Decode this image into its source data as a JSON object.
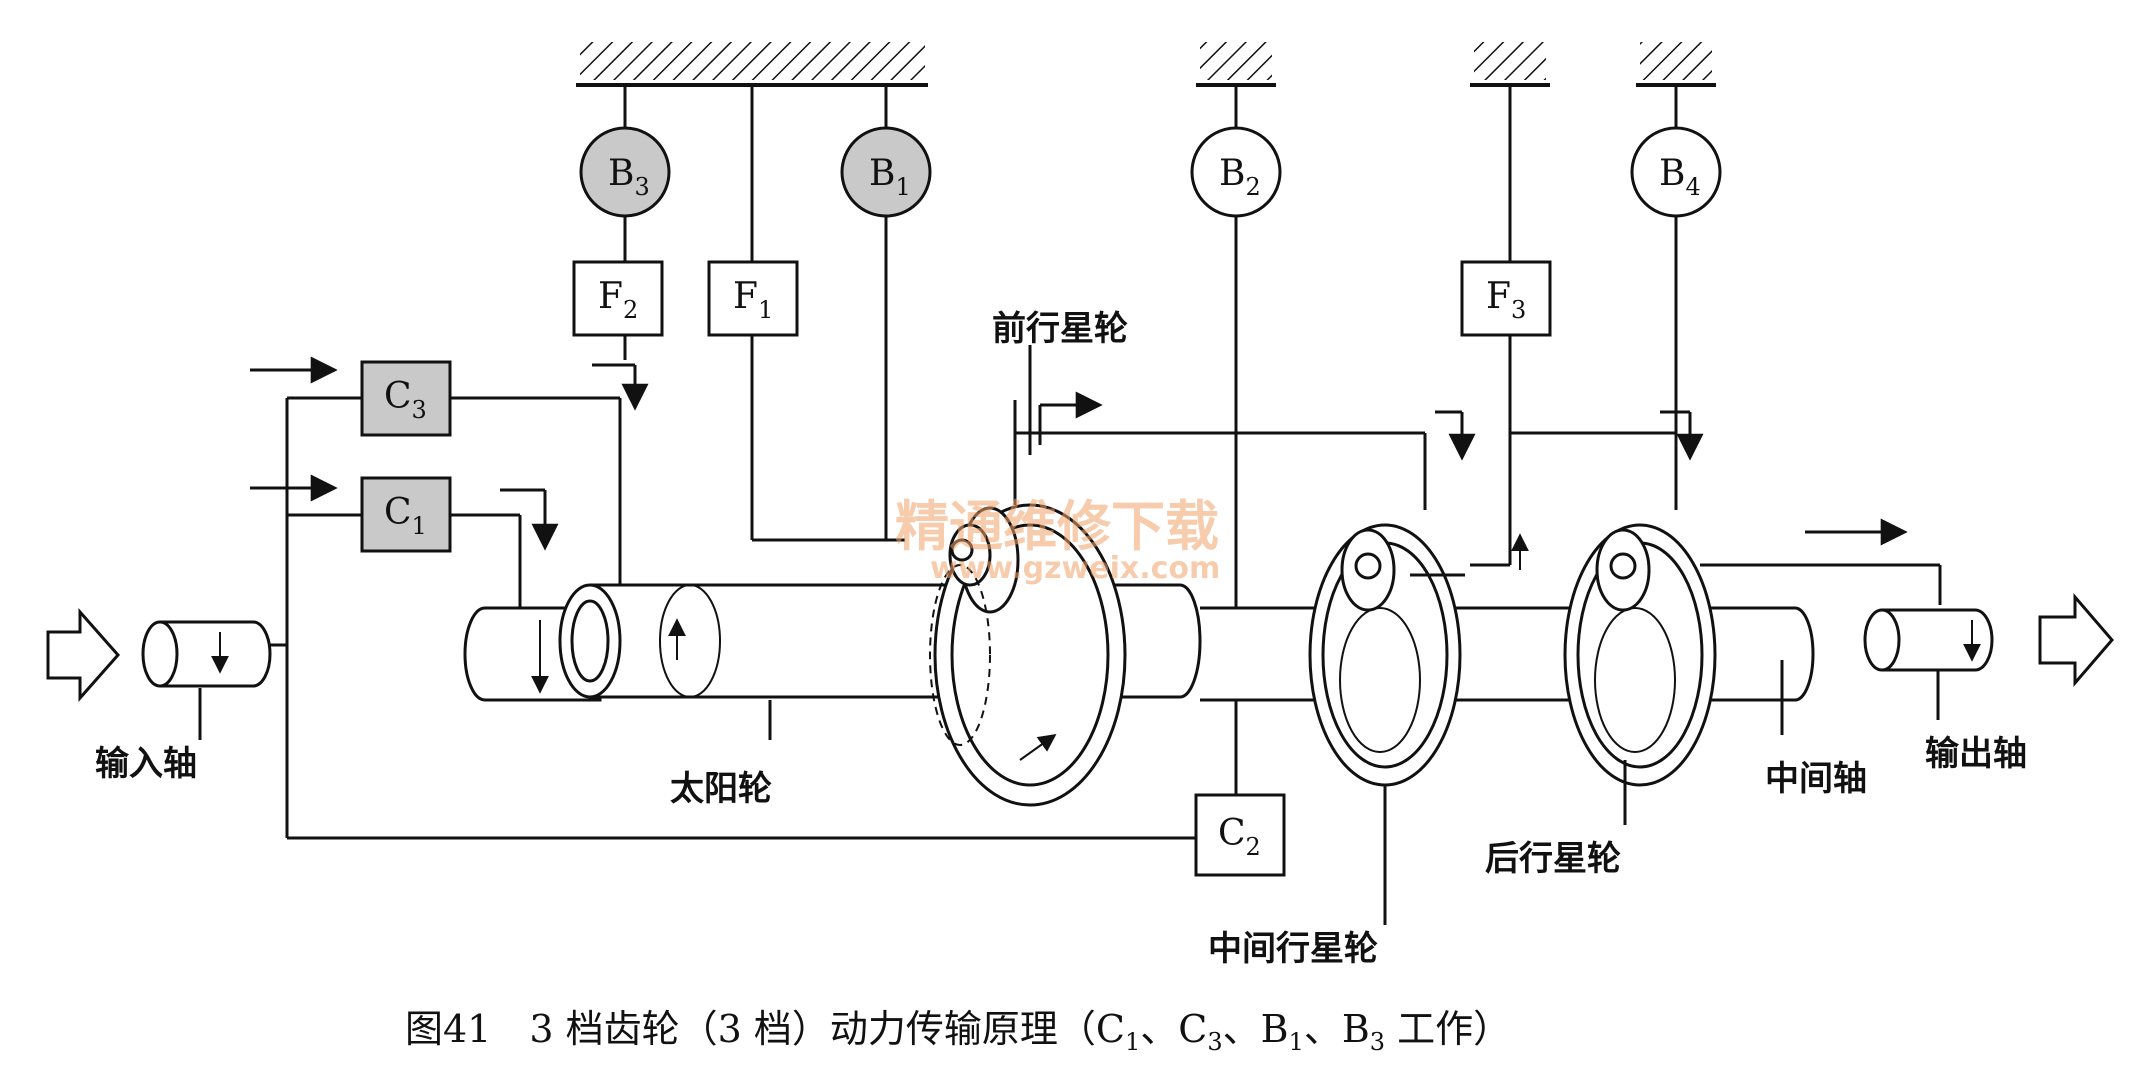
{
  "brakes": {
    "b3": {
      "letter": "B",
      "sub": "3",
      "engaged": true
    },
    "b1": {
      "letter": "B",
      "sub": "1",
      "engaged": true
    },
    "b2": {
      "letter": "B",
      "sub": "2",
      "engaged": false
    },
    "b4": {
      "letter": "B",
      "sub": "4",
      "engaged": false
    }
  },
  "one_way_clutches": {
    "f2": {
      "letter": "F",
      "sub": "2"
    },
    "f1": {
      "letter": "F",
      "sub": "1"
    },
    "f3": {
      "letter": "F",
      "sub": "3"
    }
  },
  "clutches": {
    "c3": {
      "letter": "C",
      "sub": "3",
      "engaged": true
    },
    "c1": {
      "letter": "C",
      "sub": "1",
      "engaged": true
    },
    "c2": {
      "letter": "C",
      "sub": "2",
      "engaged": false
    }
  },
  "labels": {
    "input_shaft": "输入轴",
    "sun_gear": "太阳轮",
    "front_planet": "前行星轮",
    "middle_planet": "中间行星轮",
    "rear_planet": "后行星轮",
    "intermediate_shaft": "中间轴",
    "output_shaft": "输出轴"
  },
  "watermark": {
    "line1": "精通维修下载",
    "line2": "www.gzweix.com"
  },
  "caption": {
    "prefix": "图41　3 档齿轮（3 档）动力传输原理（",
    "c1": "C",
    "c1_sub": "1",
    "sep1": "、",
    "c3": "C",
    "c3_sub": "3",
    "sep2": "、",
    "b1": "B",
    "b1_sub": "1",
    "sep3": "、",
    "b3": "B",
    "b3_sub": "3",
    "suffix": " 工作）"
  },
  "colors": {
    "engaged_fill": "#c9c9c9",
    "line": "#111111"
  }
}
